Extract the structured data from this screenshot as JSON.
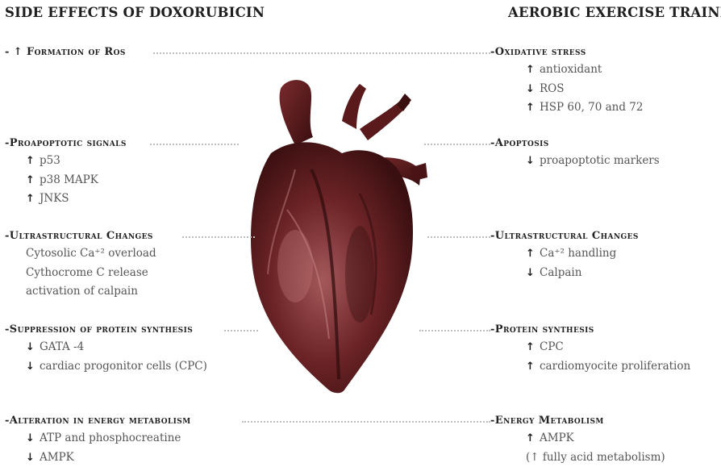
{
  "left_title": "SIDE EFFECTS OF DOXORUBICIN",
  "right_title": "AEROBIC EXERCISE TRAINING",
  "left": [
    {
      "heading": "- ↑ Formation of Ros",
      "items": []
    },
    {
      "heading": "-Proapoptotic signals",
      "items": [
        {
          "arrow": "↑",
          "text": "p53"
        },
        {
          "arrow": "↑",
          "text": "p38 MAPK"
        },
        {
          "arrow": "↑",
          "text": "JNKS"
        }
      ]
    },
    {
      "heading": "-Ultrastructural Changes",
      "items": [
        {
          "arrow": "",
          "text": "Cytosolic Ca⁺² overload"
        },
        {
          "arrow": "",
          "text": "Cythocrome C release"
        },
        {
          "arrow": "",
          "text": "activation of calpain"
        }
      ]
    },
    {
      "heading": "-Suppression of protein synthesis",
      "items": [
        {
          "arrow": "↓",
          "text": "GATA -4"
        },
        {
          "arrow": "↓",
          "text": "cardiac progonitor cells (CPC)"
        }
      ]
    },
    {
      "heading": "-Alteration in energy metabolism",
      "items": [
        {
          "arrow": "↓",
          "text": "ATP and phosphocreatine"
        },
        {
          "arrow": "↓",
          "text": "AMPK"
        }
      ]
    }
  ],
  "right": [
    {
      "heading": "-Oxidative stress",
      "items": [
        {
          "arrow": "↑",
          "text": "antioxidant"
        },
        {
          "arrow": "↓",
          "text": "ROS"
        },
        {
          "arrow": "↑",
          "text": "HSP 60, 70 and 72"
        }
      ]
    },
    {
      "heading": "-Apoptosis",
      "items": [
        {
          "arrow": "↓",
          "text": "proapoptotic markers"
        }
      ]
    },
    {
      "heading": "-Ultrastructural Changes",
      "items": [
        {
          "arrow": "↑",
          "text": "Ca⁺² handling"
        },
        {
          "arrow": "↓",
          "text": "Calpain"
        }
      ]
    },
    {
      "heading": "-Protein synthesis",
      "items": [
        {
          "arrow": "↑",
          "text": "CPC"
        },
        {
          "arrow": "↑",
          "text": "cardiomyocite proliferation"
        }
      ]
    },
    {
      "heading": "-Energy Metabolism",
      "items": [
        {
          "arrow": "↑",
          "text": "AMPK"
        },
        {
          "arrow": "",
          "text": "(↑ fully acid metabolism)"
        }
      ]
    }
  ],
  "colors": {
    "heart_dark": "#3a0f10",
    "heart_mid": "#6b2326",
    "heart_light": "#a4585a",
    "dots": "#bdbdbd"
  }
}
